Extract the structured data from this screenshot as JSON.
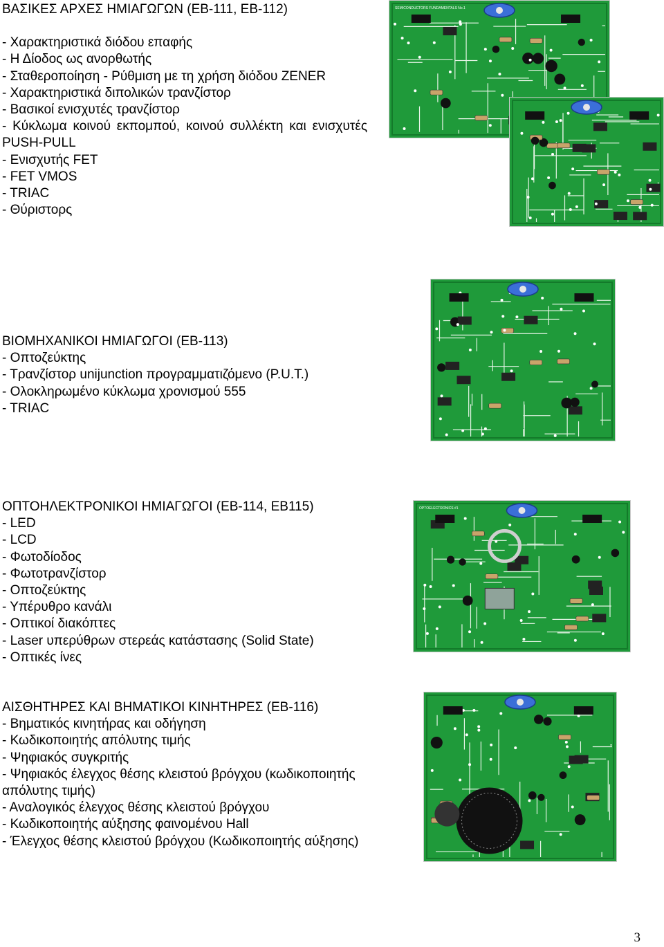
{
  "sections": [
    {
      "title": "ΒΑΣΙΚΕΣ ΑΡΧΕΣ ΗΜΙΑΓΩΓΩΝ (ΕΒ-111, ΕΒ-112)",
      "items": [
        "- Χαρακτηριστικά διόδου επαφής",
        "- Η Δίοδος ως ανορθωτής",
        "- Σταθεροποίηση - Ρύθμιση με τη χρήση διόδου ZENER",
        "- Χαρακτηριστικά διπολικών τρανζίστορ",
        "- Βασικοί ενισχυτές τρανζίστορ",
        "- Κύκλωμα κοινού εκπομπού, κοινού συλλέκτη και ενισχυτές PUSH-PULL",
        "- Ενισχυτής FET",
        "- FET VMOS",
        "- TRIAC",
        "- Θύριστορς"
      ]
    },
    {
      "title": "ΒΙΟΜΗΧΑΝΙΚΟΙ ΗΜΙΑΓΩΓΟΙ (ΕΒ-113)",
      "items": [
        "- Οπτοζεύκτης",
        "- Τρανζίστορ unijunction προγραμματιζόμενο (P.U.T.)",
        "- Ολοκληρωμένο κύκλωμα χρονισμού 555",
        "- TRIAC"
      ]
    },
    {
      "title": "ΟΠΤΟΗΛΕΚΤΡΟΝΙΚΟΙ ΗΜΙΑΓΩΓΟΙ (ΕΒ-114, ΕΒ115)",
      "items": [
        "- LED",
        "- LCD",
        "- Φωτοδίοδος",
        "- Φωτοτρανζίστορ",
        "- Οπτοζεύκτης",
        "- Υπέρυθρο κανάλι",
        "- Οπτικοί διακόπτες",
        "- Laser υπερύθρων στερεάς κατάστασης (Solid State)",
        "- Οπτικές ίνες"
      ]
    },
    {
      "title": "ΑΙΣΘΗΤΗΡΕΣ ΚΑΙ ΒΗΜΑΤΙΚΟΙ ΚΙΝΗΤΗΡΕΣ (ΕΒ-116)",
      "items": [
        "- Βηματικός κινητήρας και οδήγηση",
        "- Κωδικοποιητής απόλυτης τιμής",
        "- Ψηφιακός συγκριτής",
        "- Ψηφιακός έλεγχος θέσης κλειστού βρόγχου (κωδικοποιητής απόλυτης τιμής)",
        "- Αναλογικός έλεγχος θέσης κλειστού βρόγχου",
        "- Κωδικοποιητής αύξησης φαινομένου Hall",
        "- Έλεγχος θέσης κλειστού βρόγχου (Κωδικοποιητής αύξησης)"
      ]
    }
  ],
  "board_labels": {
    "semiconductors": "SEMICONDUCTORS FUNDAMENTALS No.1",
    "optoelectronics": "OPTOELECTRONICS #1"
  },
  "colors": {
    "pcb": "#1f9a3a",
    "pcb_dark": "#137a2a",
    "trace": "#e8f5e8",
    "knob": "#3b6fd8"
  },
  "page_number": "3"
}
